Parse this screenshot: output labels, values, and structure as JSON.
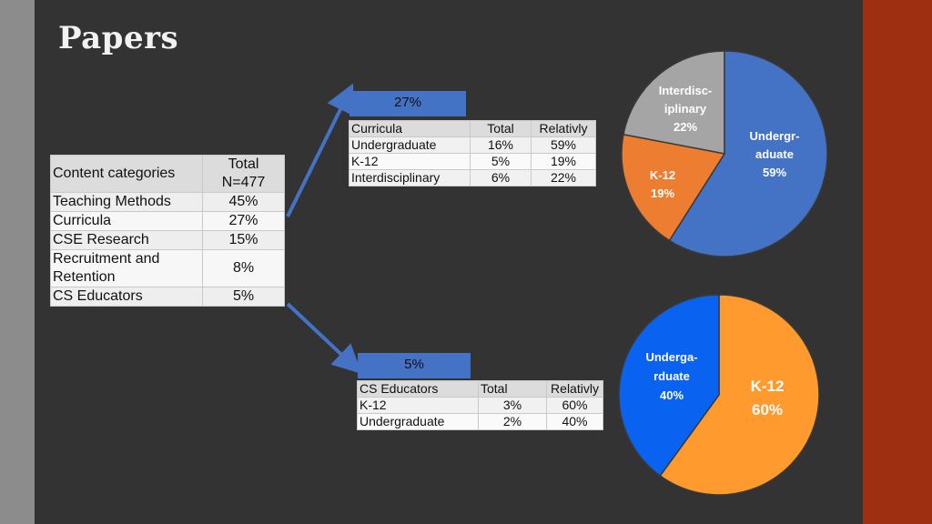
{
  "title": "Papers",
  "main_table": {
    "header": [
      "Content categories",
      "Total",
      "N=477"
    ],
    "rows": [
      {
        "label": "Teaching Methods",
        "value": "45%"
      },
      {
        "label": "Curricula",
        "value": "27%"
      },
      {
        "label": "CSE Research",
        "value": "15%"
      },
      {
        "label": "Recruitment and",
        "label2": "Retention",
        "value": "8%"
      },
      {
        "label": "CS Educators",
        "value": "5%"
      }
    ]
  },
  "curricula_box": "27%",
  "curricula_table": {
    "header": [
      "Curricula",
      "Total",
      "Relativly"
    ],
    "rows": [
      [
        "Undergraduate",
        "16%",
        "59%"
      ],
      [
        "K-12",
        "5%",
        "19%"
      ],
      [
        "Interdisciplinary",
        "6%",
        "22%"
      ]
    ]
  },
  "educators_box": "5%",
  "educators_table": {
    "header": [
      "CS Educators",
      "Total",
      "Relativly"
    ],
    "rows": [
      [
        "K-12",
        "3%",
        "60%"
      ],
      [
        "Undergraduate",
        "2%",
        "40%"
      ]
    ]
  },
  "colors": {
    "blue": "#4472c4",
    "orange": "#ed7d31",
    "gray": "#a5a5a5",
    "bright_blue": "#0a63f0",
    "bright_orange": "#ff9a2e",
    "arrow": "#4472c4"
  },
  "chart_data": [
    {
      "type": "pie",
      "categories": [
        "Interdisc-iplinary",
        "Undergr-aduate",
        "K-12"
      ],
      "values": [
        22,
        59,
        19
      ],
      "labels": [
        {
          "lines": [
            "Interdisc-",
            "iplinary",
            "22%"
          ]
        },
        {
          "lines": [
            "Undergr-",
            "aduate",
            "59%"
          ]
        },
        {
          "lines": [
            "K-12",
            "19%"
          ]
        }
      ]
    },
    {
      "type": "pie",
      "categories": [
        "K-12",
        "Underga-rduate"
      ],
      "values": [
        60,
        40
      ],
      "labels": [
        {
          "lines": [
            "K-12",
            "60%"
          ]
        },
        {
          "lines": [
            "Underga-",
            "rduate",
            "40%"
          ]
        }
      ]
    }
  ]
}
